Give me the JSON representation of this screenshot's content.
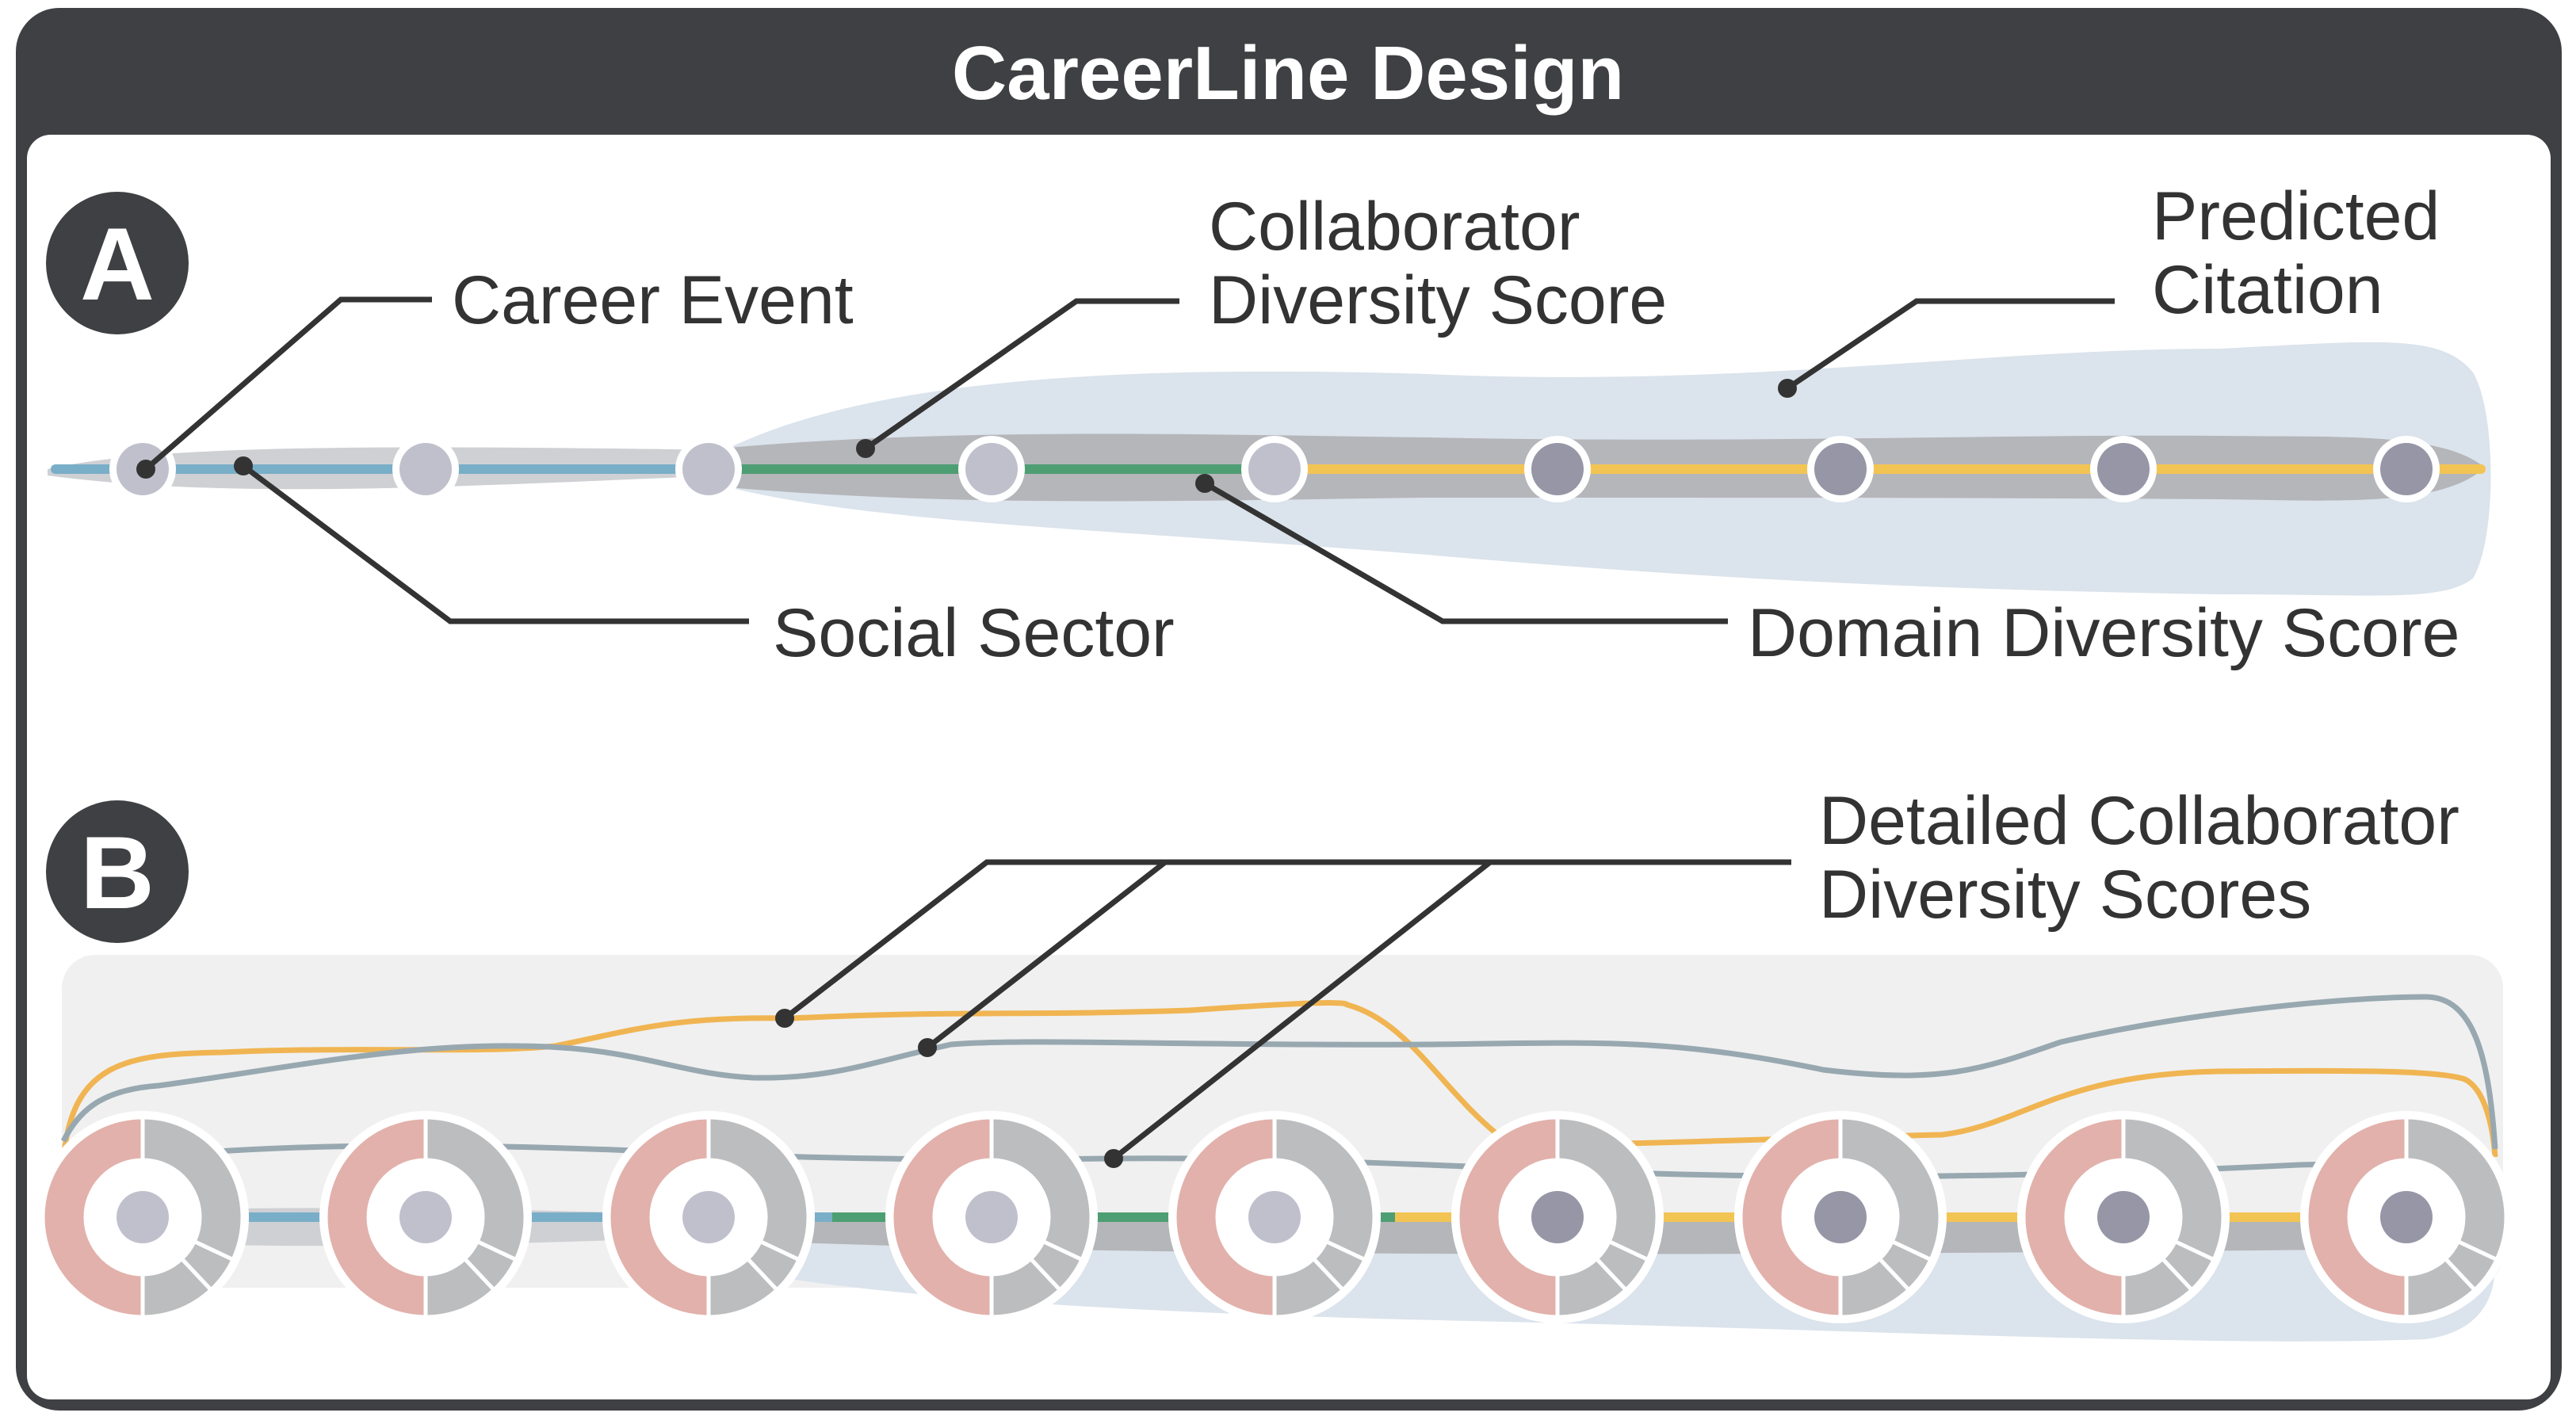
{
  "title": "CareerLine Design",
  "panels": [
    {
      "id": "A",
      "badge": "A"
    },
    {
      "id": "B",
      "badge": "B"
    }
  ],
  "labels_a": {
    "career_event": "Career Event",
    "collaborator_diversity": [
      "Collaborator",
      "Diversity Score"
    ],
    "predicted_citation": [
      "Predicted",
      "Citation"
    ],
    "social_sector": "Social Sector",
    "domain_diversity": "Domain Diversity Score"
  },
  "labels_b": {
    "detailed_collaborator": [
      "Detailed Collaborator",
      "Diversity Scores"
    ]
  },
  "colors": {
    "frame": "#3f4043",
    "sector_blue": "#79aec8",
    "sector_green": "#4e9e73",
    "sector_yellow": "#f2c453",
    "citation_band": "#dbe3ec",
    "domain_band": "#b5b6ba",
    "node_light": "#c0c0cd",
    "node_dark": "#9696a6",
    "donut_pink": "#e2b1ab",
    "donut_gray": "#bcbdbf",
    "score_orange": "#f0b552",
    "score_gray": "#98a8b0"
  },
  "career_events": [
    {
      "sector": "blue",
      "shade": "light"
    },
    {
      "sector": "blue",
      "shade": "light"
    },
    {
      "sector": "blue",
      "shade": "light"
    },
    {
      "sector": "green",
      "shade": "light"
    },
    {
      "sector": "green",
      "shade": "light"
    },
    {
      "sector": "yellow",
      "shade": "dark"
    },
    {
      "sector": "yellow",
      "shade": "dark"
    },
    {
      "sector": "yellow",
      "shade": "dark"
    },
    {
      "sector": "yellow",
      "shade": "dark"
    }
  ],
  "donut_shares": [
    0.5,
    0.32,
    0.06,
    0.12
  ]
}
